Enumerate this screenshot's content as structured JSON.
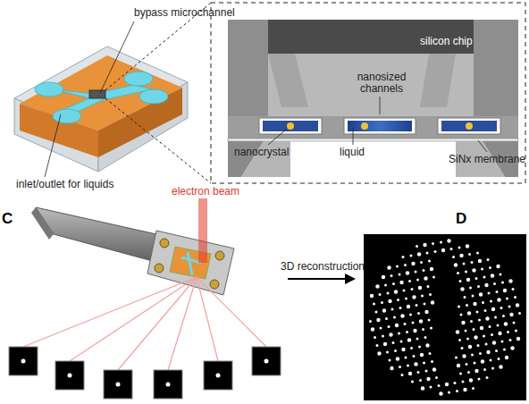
{
  "diagram": {
    "labels": [
      "bypass microchannel",
      "inlet/outlet for liquids",
      "silicon chip",
      "nanosized channels",
      "nanocrystal",
      "liquid",
      "SiNx membrane",
      "C",
      "electron beam",
      "3D reconstruction",
      "D"
    ]
  }
}
